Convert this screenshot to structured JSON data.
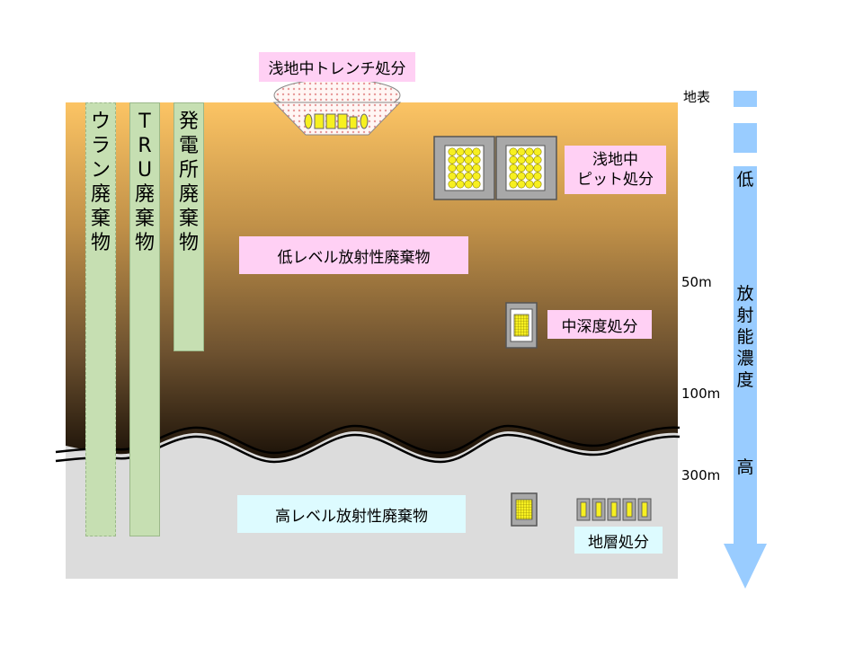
{
  "labels": {
    "shallow_trench": "浅地中トレンチ処分",
    "shallow_pit_line1": "浅地中",
    "shallow_pit_line2": "ピット処分",
    "low_level_waste": "低レベル放射性廃棄物",
    "intermediate_depth": "中深度処分",
    "high_level_waste": "高レベル放射性廃棄物",
    "geological": "地層処分"
  },
  "depth_labels": {
    "surface": "地表",
    "d50": "50m",
    "d100": "100m",
    "d300": "300m"
  },
  "waste_columns": {
    "uranium": [
      "ウ",
      "ラ",
      "ン",
      "廃",
      "棄",
      "物"
    ],
    "tru": [
      "T",
      "R",
      "U",
      "廃",
      "棄",
      "物"
    ],
    "power_plant": [
      "発",
      "電",
      "所",
      "廃",
      "棄",
      "物"
    ]
  },
  "concentration_arrow": {
    "low": "低",
    "middle": [
      "放",
      "射",
      "能",
      "濃",
      "度"
    ],
    "high": "高"
  },
  "colors": {
    "ground_top": "#fcc464",
    "ground_bottom": "#1c1208",
    "deep_layer": "#dcdcdc",
    "arrow": "#99ccff",
    "label_pink": "#ffd0f4",
    "label_cyan": "#ddfbff",
    "column_green": "#c6dfb2"
  },
  "icons": [
    "waste-package-icon",
    "canister-icon"
  ]
}
